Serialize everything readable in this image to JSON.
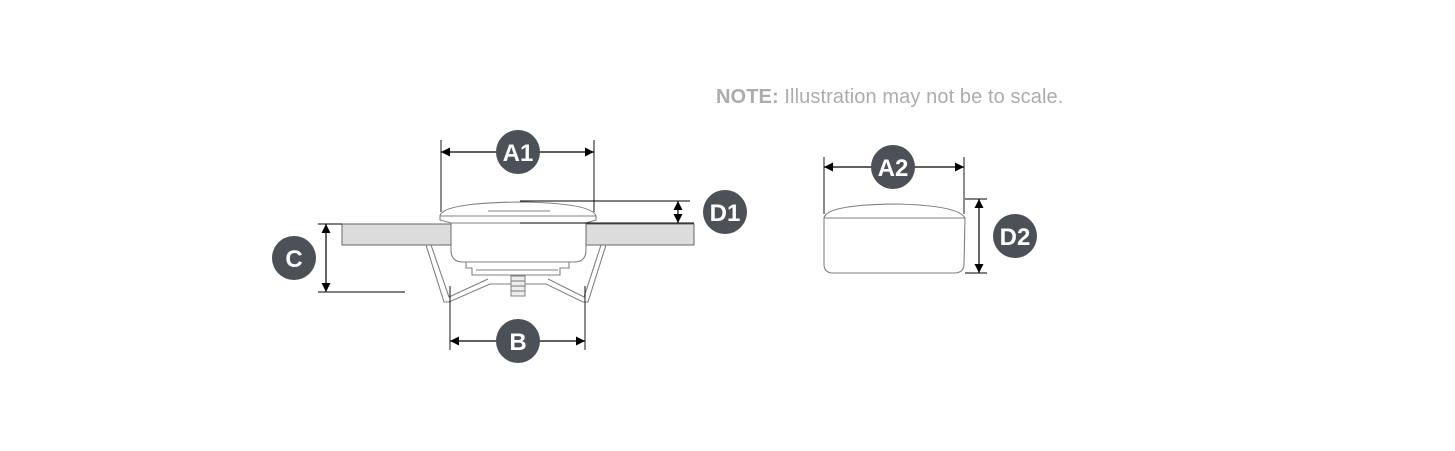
{
  "note": {
    "label": "NOTE:",
    "text": " Illustration may not be to scale."
  },
  "labels": {
    "a1": "A1",
    "a2": "A2",
    "b": "B",
    "c": "C",
    "d1": "D1",
    "d2": "D2"
  },
  "colors": {
    "badge": "#4b5157",
    "panel": "#dcdcdc",
    "outline": "#7d8184",
    "note": "#a9adb0"
  }
}
